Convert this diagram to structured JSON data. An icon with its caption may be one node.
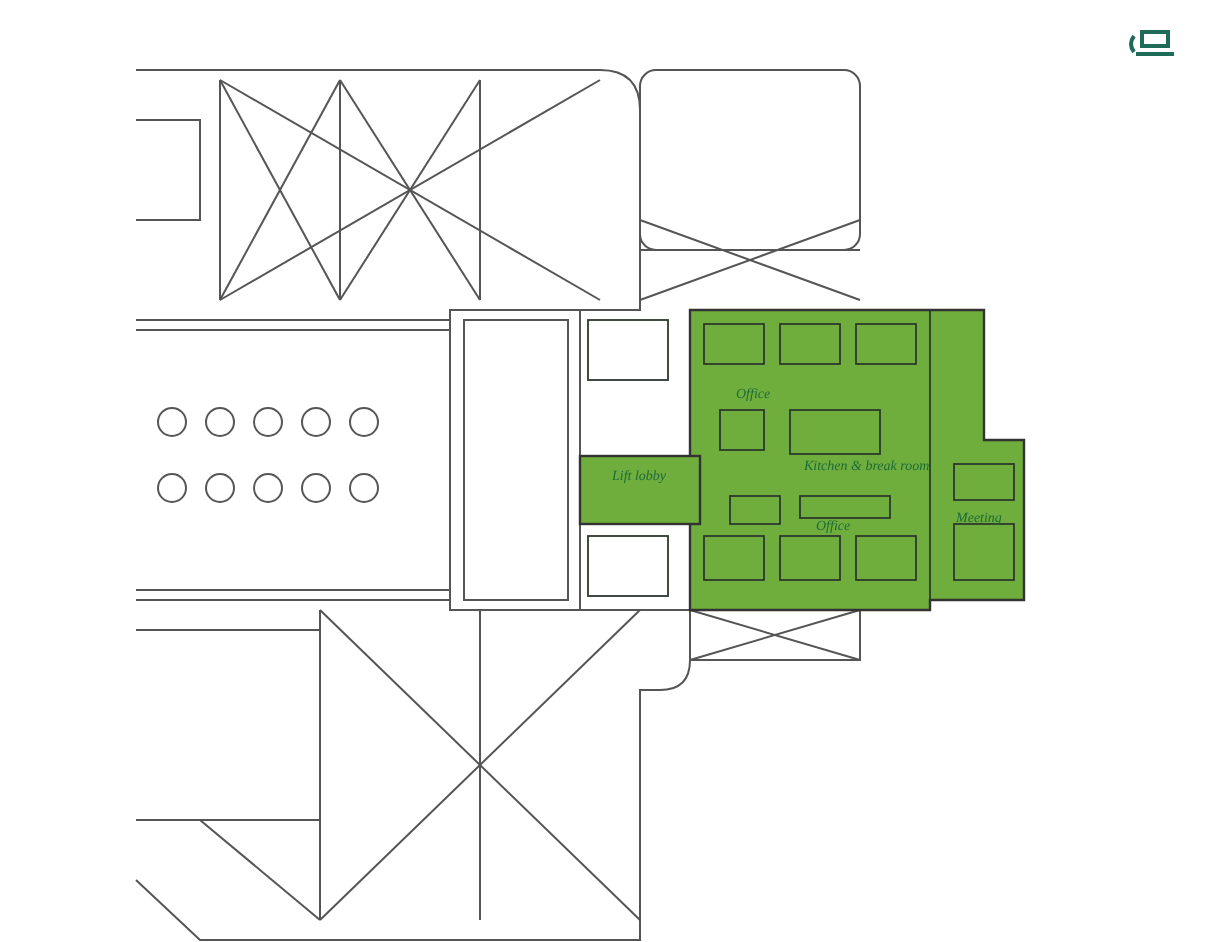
{
  "diagram": {
    "labels": [
      "Office",
      "Kitchen & break room",
      "Lift lobby",
      "Meeting",
      "Office"
    ]
  }
}
